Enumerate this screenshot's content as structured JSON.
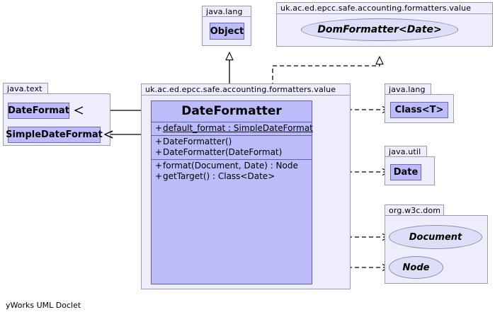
{
  "diagram": {
    "title": "DateFormatter UML class diagram",
    "footer": "yWorks UML Doclet",
    "colors": {
      "class_fill": "#bbbcf9",
      "class_border": "#5f5fae",
      "package_fill": "#ededfc",
      "package_border": "#9a9ab0",
      "interface_fill": "#dddef8",
      "interface_border": "#8a8ab4",
      "line": "#000000",
      "background": "#ffffff"
    }
  },
  "packages": {
    "java_lang_top": {
      "name": "java.lang"
    },
    "formatters_value_top": {
      "name": "uk.ac.ed.epcc.safe.accounting.formatters.value"
    },
    "java_text": {
      "name": "java.text"
    },
    "formatters_value_main": {
      "name": "uk.ac.ed.epcc.safe.accounting.formatters.value"
    },
    "java_lang_right": {
      "name": "java.lang"
    },
    "java_util_right": {
      "name": "java.util"
    },
    "org_w3c_dom": {
      "name": "org.w3c.dom"
    }
  },
  "classes": {
    "object": {
      "name": "Object",
      "stereotype": "class"
    },
    "date_format": {
      "name": "DateFormat",
      "stereotype": "class"
    },
    "simple_date_format": {
      "name": "SimpleDateFormat",
      "stereotype": "class"
    },
    "class_t": {
      "name": "Class<T>",
      "stereotype": "class"
    },
    "date": {
      "name": "Date",
      "stereotype": "class"
    }
  },
  "interfaces": {
    "dom_formatter": {
      "name": "DomFormatter<Date>"
    },
    "document": {
      "name": "Document"
    },
    "node": {
      "name": "Node"
    }
  },
  "main_class": {
    "name": "DateFormatter",
    "attributes": [
      {
        "visibility": "+",
        "text": "default_format : SimpleDateFormat",
        "static": true
      }
    ],
    "constructors": [
      {
        "visibility": "+",
        "text": "DateFormatter()",
        "static": false
      },
      {
        "visibility": "+",
        "text": "DateFormatter(DateFormat)",
        "static": false
      }
    ],
    "methods": [
      {
        "visibility": "+",
        "text": "format(Document, Date) : Node",
        "static": false
      },
      {
        "visibility": "+",
        "text": "getTarget() : Class<Date>",
        "static": false
      }
    ]
  },
  "relations": [
    {
      "kind": "generalization",
      "from": "DateFormatter",
      "to": "Object",
      "style": "solid",
      "arrow": "hollow-triangle"
    },
    {
      "kind": "realization",
      "from": "DateFormatter",
      "to": "DomFormatter<Date>",
      "style": "dashed",
      "arrow": "hollow-triangle"
    },
    {
      "kind": "association",
      "from": "DateFormatter",
      "to": "DateFormat",
      "style": "solid",
      "arrow": "open"
    },
    {
      "kind": "association",
      "from": "DateFormatter",
      "to": "SimpleDateFormat",
      "style": "solid",
      "arrow": "open"
    },
    {
      "kind": "dependency",
      "from": "DateFormatter",
      "to": "Class<T>",
      "style": "dashed",
      "arrow": "open"
    },
    {
      "kind": "dependency",
      "from": "DateFormatter",
      "to": "Date",
      "style": "dashed",
      "arrow": "open"
    },
    {
      "kind": "dependency",
      "from": "DateFormatter",
      "to": "Document",
      "style": "dashed",
      "arrow": "open"
    },
    {
      "kind": "dependency",
      "from": "DateFormatter",
      "to": "Node",
      "style": "dashed",
      "arrow": "open"
    }
  ]
}
